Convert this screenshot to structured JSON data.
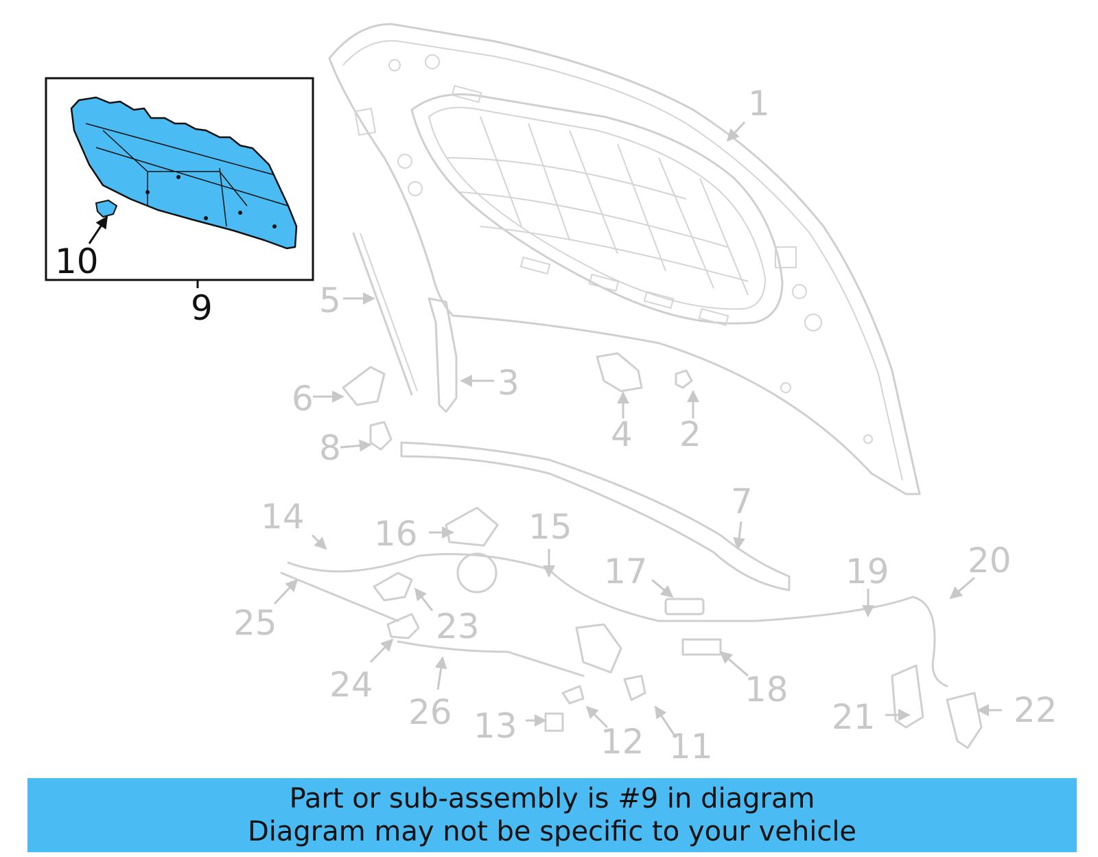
{
  "colors": {
    "highlight": "#4bbbf4",
    "banner": "#4bbbf4",
    "part_outline": "#cfcfcf",
    "label_gray": "#c8c8c8",
    "label_dark": "#111111"
  },
  "callouts": {
    "c1": "1",
    "c2": "2",
    "c3": "3",
    "c4": "4",
    "c5": "5",
    "c6": "6",
    "c7": "7",
    "c8": "8",
    "c9": "9",
    "c10": "10",
    "c11": "11",
    "c12": "12",
    "c13": "13",
    "c14": "14",
    "c15": "15",
    "c16": "16",
    "c17": "17",
    "c18": "18",
    "c19": "19",
    "c20": "20",
    "c21": "21",
    "c22": "22",
    "c23": "23",
    "c24": "24",
    "c25": "25",
    "c26": "26"
  },
  "banner": {
    "line1": "Part or sub-assembly is #9 in diagram",
    "line2": "Diagram may not be specific to your vehicle"
  }
}
